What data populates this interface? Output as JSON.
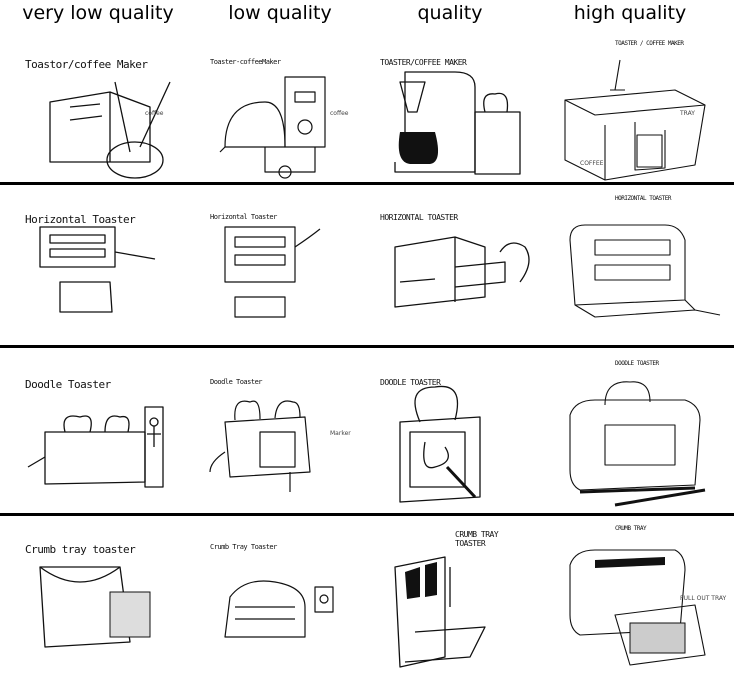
{
  "columns": [
    "very low quality",
    "low quality",
    "quality",
    "high quality"
  ],
  "rows": [
    {
      "cells": [
        {
          "label": "Toastor/coffee Maker",
          "notes": [
            "coffee"
          ]
        },
        {
          "label": "Toaster-coffeeMaker",
          "notes": [
            "coffee"
          ]
        },
        {
          "label": "TOASTER/COFFEE MAKER",
          "notes": []
        },
        {
          "label": "TOASTER / COFFEE MAKER",
          "notes": [
            "TRAY",
            "COFFEE"
          ]
        }
      ]
    },
    {
      "cells": [
        {
          "label": "Horizontal Toaster",
          "notes": []
        },
        {
          "label": "Horizontal Toaster",
          "notes": []
        },
        {
          "label": "HORIZONTAL TOASTER",
          "notes": []
        },
        {
          "label": "HORIZONTAL TOASTER",
          "notes": []
        }
      ]
    },
    {
      "cells": [
        {
          "label": "Doodle Toaster",
          "notes": []
        },
        {
          "label": "Doodle Toaster",
          "notes": [
            "Marker"
          ]
        },
        {
          "label": "DOODLE TOASTER",
          "notes": []
        },
        {
          "label": "DOODLE TOASTER",
          "notes": []
        }
      ]
    },
    {
      "cells": [
        {
          "label": "Crumb tray toaster",
          "notes": []
        },
        {
          "label": "Crumb Tray Toaster",
          "notes": []
        },
        {
          "label": "CRUMB TRAY TOASTER",
          "notes": []
        },
        {
          "label": "CRUMB TRAY",
          "notes": [
            "PULL OUT TRAY"
          ]
        }
      ]
    }
  ]
}
